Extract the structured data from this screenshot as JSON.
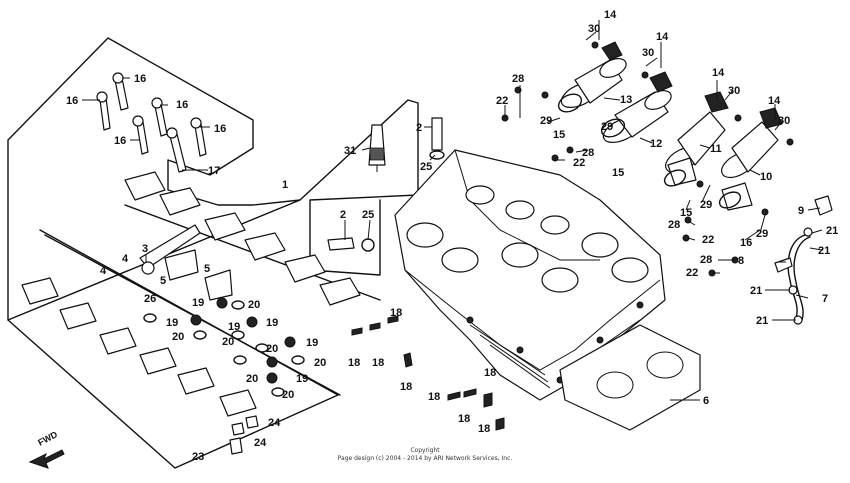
{
  "footer": {
    "line1": "Copyright",
    "line2": "Page design (c) 2004 - 2014 by ARI Network Services, Inc."
  },
  "direction_label": "FWD",
  "callouts": [
    {
      "id": "c14a",
      "label": "14"
    },
    {
      "id": "c30a",
      "label": "30"
    },
    {
      "id": "c14b",
      "label": "14"
    },
    {
      "id": "c30b",
      "label": "30"
    },
    {
      "id": "c28a",
      "label": "28"
    },
    {
      "id": "c22a",
      "label": "22"
    },
    {
      "id": "c13",
      "label": "13"
    },
    {
      "id": "c29a",
      "label": "29"
    },
    {
      "id": "c15a",
      "label": "15"
    },
    {
      "id": "c29b",
      "label": "29"
    },
    {
      "id": "c28b",
      "label": "28"
    },
    {
      "id": "c22b",
      "label": "22"
    },
    {
      "id": "c12",
      "label": "12"
    },
    {
      "id": "c15b",
      "label": "15"
    },
    {
      "id": "c14c",
      "label": "14"
    },
    {
      "id": "c30c",
      "label": "30"
    },
    {
      "id": "c11",
      "label": "11"
    },
    {
      "id": "c14d",
      "label": "14"
    },
    {
      "id": "c30d",
      "label": "30"
    },
    {
      "id": "c10",
      "label": "10"
    },
    {
      "id": "c15c",
      "label": "15"
    },
    {
      "id": "c29c",
      "label": "29"
    },
    {
      "id": "c9",
      "label": "9"
    },
    {
      "id": "c21a",
      "label": "21"
    },
    {
      "id": "c21b",
      "label": "21"
    },
    {
      "id": "c16a",
      "label": "16"
    },
    {
      "id": "c29d",
      "label": "29"
    },
    {
      "id": "c28c",
      "label": "28"
    },
    {
      "id": "c22c",
      "label": "22"
    },
    {
      "id": "c28d",
      "label": "28"
    },
    {
      "id": "c22d",
      "label": "22"
    },
    {
      "id": "c8",
      "label": "8"
    },
    {
      "id": "c21c",
      "label": "21"
    },
    {
      "id": "c7",
      "label": "7"
    },
    {
      "id": "c21d",
      "label": "21"
    },
    {
      "id": "c6",
      "label": "6"
    },
    {
      "id": "c16b",
      "label": "16"
    },
    {
      "id": "c16c",
      "label": "16"
    },
    {
      "id": "c16d",
      "label": "16"
    },
    {
      "id": "c16e",
      "label": "16"
    },
    {
      "id": "c16f",
      "label": "16"
    },
    {
      "id": "c17",
      "label": "17"
    },
    {
      "id": "c31",
      "label": "31"
    },
    {
      "id": "c2a",
      "label": "2"
    },
    {
      "id": "c25a",
      "label": "25"
    },
    {
      "id": "c1",
      "label": "1"
    },
    {
      "id": "c2b",
      "label": "2"
    },
    {
      "id": "c25b",
      "label": "25"
    },
    {
      "id": "c3",
      "label": "3"
    },
    {
      "id": "c4a",
      "label": "4"
    },
    {
      "id": "c4b",
      "label": "4"
    },
    {
      "id": "c5a",
      "label": "5"
    },
    {
      "id": "c5b",
      "label": "5"
    },
    {
      "id": "c26",
      "label": "26"
    },
    {
      "id": "c19a",
      "label": "19"
    },
    {
      "id": "c20a",
      "label": "20"
    },
    {
      "id": "c19b",
      "label": "19"
    },
    {
      "id": "c20b",
      "label": "20"
    },
    {
      "id": "c19c",
      "label": "19"
    },
    {
      "id": "c19d",
      "label": "19"
    },
    {
      "id": "c20c",
      "label": "20"
    },
    {
      "id": "c19e",
      "label": "19"
    },
    {
      "id": "c20d",
      "label": "20"
    },
    {
      "id": "c20e",
      "label": "20"
    },
    {
      "id": "c20f",
      "label": "20"
    },
    {
      "id": "c19f",
      "label": "19"
    },
    {
      "id": "c20g",
      "label": "20"
    },
    {
      "id": "c18a",
      "label": "18"
    },
    {
      "id": "c18b",
      "label": "18"
    },
    {
      "id": "c18c",
      "label": "18"
    },
    {
      "id": "c18d",
      "label": "18"
    },
    {
      "id": "c18e",
      "label": "18"
    },
    {
      "id": "c18f",
      "label": "18"
    },
    {
      "id": "c18g",
      "label": "18"
    },
    {
      "id": "c18h",
      "label": "18"
    },
    {
      "id": "c24a",
      "label": "24"
    },
    {
      "id": "c24b",
      "label": "24"
    },
    {
      "id": "c23",
      "label": "23"
    }
  ]
}
